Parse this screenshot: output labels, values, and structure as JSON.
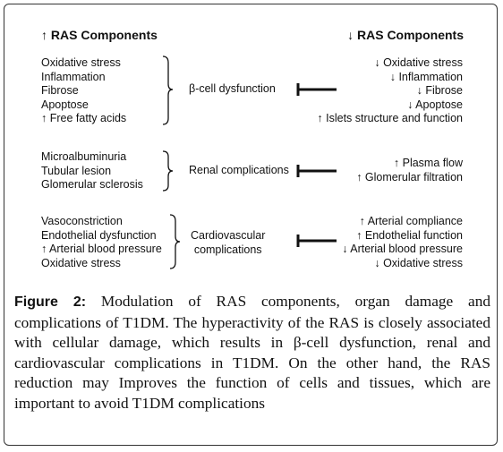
{
  "headers": {
    "left": "↑ RAS Components",
    "right": "↓ RAS Components"
  },
  "groups": [
    {
      "left_items": [
        "Oxidative stress",
        "Inflammation",
        "Fibrose",
        "Apoptose",
        "↑ Free fatty acids"
      ],
      "label": [
        "β-cell dysfunction"
      ],
      "right_items": [
        "↓ Oxidative stress",
        "↓ Inflammation",
        "↓ Fibrose",
        "↓ Apoptose",
        "↑ Islets structure and function"
      ]
    },
    {
      "left_items": [
        "Microalbuminuria",
        "Tubular lesion",
        "Glomerular sclerosis"
      ],
      "label": [
        "Renal complications"
      ],
      "right_items": [
        "↑ Plasma flow",
        "↑ Glomerular filtration"
      ]
    },
    {
      "left_items": [
        "Vasoconstriction",
        "Endothelial dysfunction",
        "↑ Arterial blood pressure",
        "Oxidative stress"
      ],
      "label": [
        "Cardiovascular",
        "complications"
      ],
      "right_items": [
        "↑ Arterial compliance",
        "↑ Endothelial function",
        "↓ Arterial blood pressure",
        "↓ Oxidative stress"
      ]
    }
  ],
  "caption": {
    "figure_label": "Figure 2:",
    "text": "Modulation of RAS components, organ damage and complications of T1DM. The hyperactivity of the RAS is closely associated with cellular damage, which results in β-cell dysfunction, renal and cardiovascular complications in T1DM. On the other hand, the RAS reduction may Improves the function of cells and tissues, which are important to avoid T1DM complications"
  }
}
